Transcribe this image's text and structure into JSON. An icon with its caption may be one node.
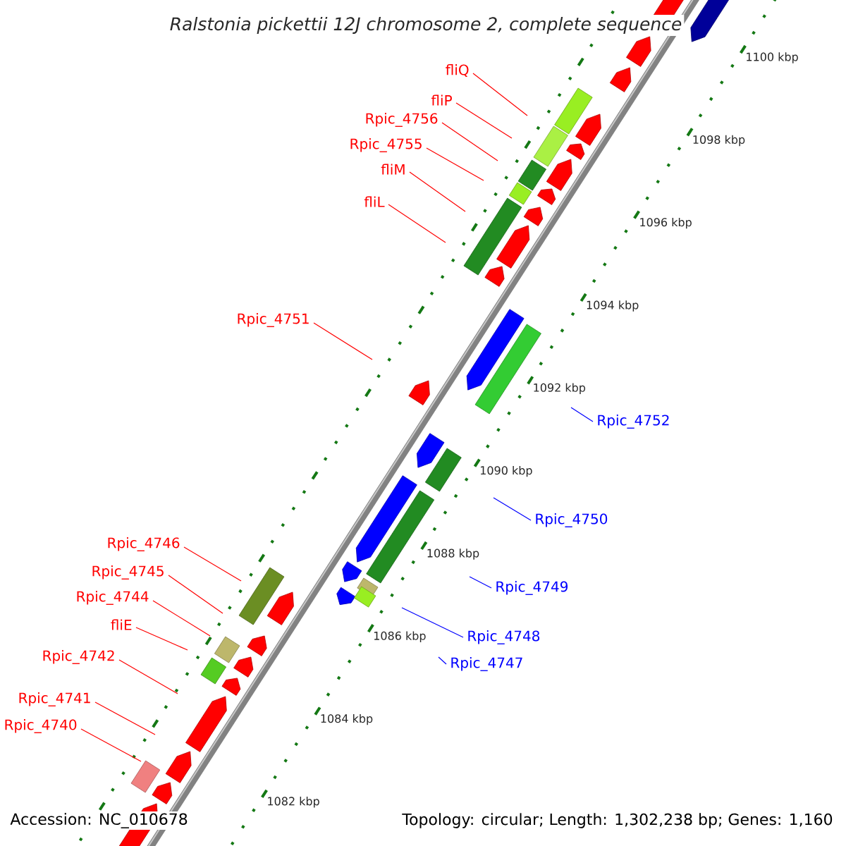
{
  "diagram": {
    "title": "Ralstonia pickettii 12J chromosome 2, complete sequence",
    "nodes": [
      {
        "text": [
          "fliQ"
        ]
      },
      {
        "text": [
          "fliP"
        ]
      },
      {
        "text": [
          "Rpic_4756"
        ]
      },
      {
        "text": [
          "Rpic_4755"
        ]
      },
      {
        "text": [
          "fliM"
        ]
      },
      {
        "text": [
          "fliL"
        ]
      },
      {
        "text": [
          "Rpic_4751"
        ]
      },
      {
        "text": [
          "Rpic_4752"
        ]
      },
      {
        "text": [
          "Rpic_4750"
        ]
      },
      {
        "text": [
          "Rpic_4746"
        ]
      },
      {
        "text": [
          "Rpic_4745"
        ]
      },
      {
        "text": [
          "Rpic_4749"
        ]
      },
      {
        "text": [
          "Rpic_4744"
        ]
      },
      {
        "text": [
          "fliE"
        ]
      },
      {
        "text": [
          "Rpic_4748"
        ]
      },
      {
        "text": [
          "Rpic_4742"
        ]
      },
      {
        "text": [
          "Rpic_4747"
        ]
      },
      {
        "text": [
          "Rpic_4741"
        ]
      },
      {
        "text": [
          "Rpic_4740"
        ]
      }
    ],
    "edges": [
      {
        "from": 0,
        "to": null,
        "arrow": "none"
      },
      {
        "from": 1,
        "to": null,
        "arrow": "none"
      },
      {
        "from": 2,
        "to": null,
        "arrow": "none"
      },
      {
        "from": 3,
        "to": null,
        "arrow": "none"
      },
      {
        "from": 4,
        "to": null,
        "arrow": "none"
      },
      {
        "from": 5,
        "to": null,
        "arrow": "none"
      },
      {
        "from": 6,
        "to": null,
        "arrow": "none"
      },
      {
        "from": 7,
        "to": null,
        "arrow": "none",
        "color": "#0000ff"
      },
      {
        "from": 8,
        "to": null,
        "arrow": "none",
        "color": "#0000ff"
      },
      {
        "from": 9,
        "to": null,
        "arrow": "none"
      },
      {
        "from": 10,
        "to": null,
        "arrow": "none"
      },
      {
        "from": 11,
        "to": null,
        "arrow": "none",
        "color": "#0000ff"
      },
      {
        "from": 12,
        "to": null,
        "arrow": "none"
      },
      {
        "from": 13,
        "to": null,
        "arrow": "none"
      },
      {
        "from": 14,
        "to": null,
        "arrow": "none",
        "color": "#0000ff"
      },
      {
        "from": 15,
        "to": null,
        "arrow": "none"
      },
      {
        "from": 16,
        "to": null,
        "arrow": "none",
        "color": "#0000ff"
      },
      {
        "from": 17,
        "to": null,
        "arrow": "none"
      },
      {
        "from": 18,
        "to": null,
        "arrow": "none"
      }
    ],
    "labels": [
      "1100 kbp",
      "1098 kbp",
      "1096 kbp",
      "1094 kbp",
      "1092 kbp",
      "1090 kbp",
      "1088 kbp",
      "1086 kbp",
      "1084 kbp",
      "1082 kbp",
      "Accession: NC_010678",
      "Topology: circular; Length: 1,302,238 bp; Genes: 1,160"
    ]
  }
}
